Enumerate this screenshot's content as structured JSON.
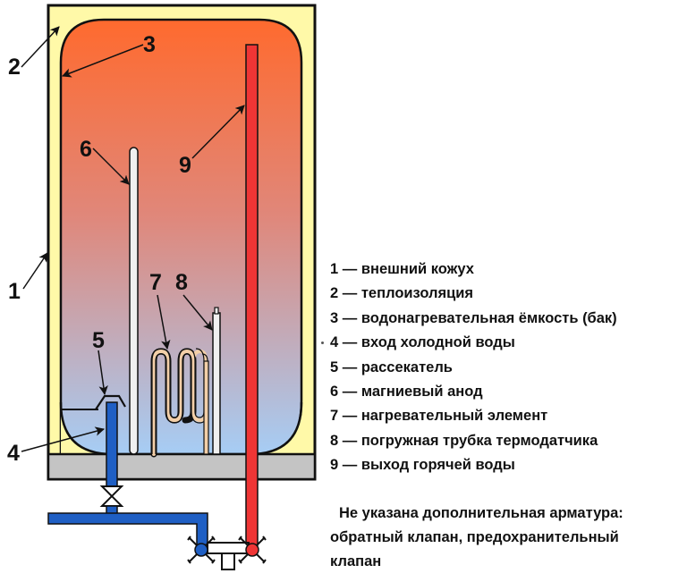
{
  "diagram": {
    "subject": "Electric storage water heater (boiler) cross-section",
    "colors": {
      "outer_casing_stroke": "#111111",
      "insulation": "#fff9a8",
      "tank_top": "#ff6a2e",
      "tank_bottom": "#a6cdf5",
      "base_plate": "#c4c4c4",
      "cold_pipe": "#1f5fc4",
      "hot_pipe": "#ef3535",
      "anode": "#f0f0f0",
      "heating_element": "#f3cfa8"
    },
    "callouts": [
      {
        "num": "1",
        "target": "outer-casing"
      },
      {
        "num": "2",
        "target": "insulation"
      },
      {
        "num": "3",
        "target": "tank"
      },
      {
        "num": "4",
        "target": "cold-water-inlet"
      },
      {
        "num": "5",
        "target": "diffuser"
      },
      {
        "num": "6",
        "target": "magnesium-anode"
      },
      {
        "num": "7",
        "target": "heating-element"
      },
      {
        "num": "8",
        "target": "thermostat-sensor-tube"
      },
      {
        "num": "9",
        "target": "hot-water-outlet"
      }
    ]
  },
  "legend": {
    "items": [
      "1 — внешний кожух",
      "2 — теплоизоляция",
      "3 — водонагревательная ёмкость (бак)",
      "4 — вход холодной воды",
      "5 — рассекатель",
      "6 — магниевый анод",
      "7 — нагревательный элемент",
      "8 — погружная трубка термодатчика",
      "9 — выход горячей воды"
    ]
  },
  "note": {
    "lines": [
      "Не указана дополнительная арматура:",
      "обратный клапан, предохранительный",
      "клапан"
    ]
  }
}
